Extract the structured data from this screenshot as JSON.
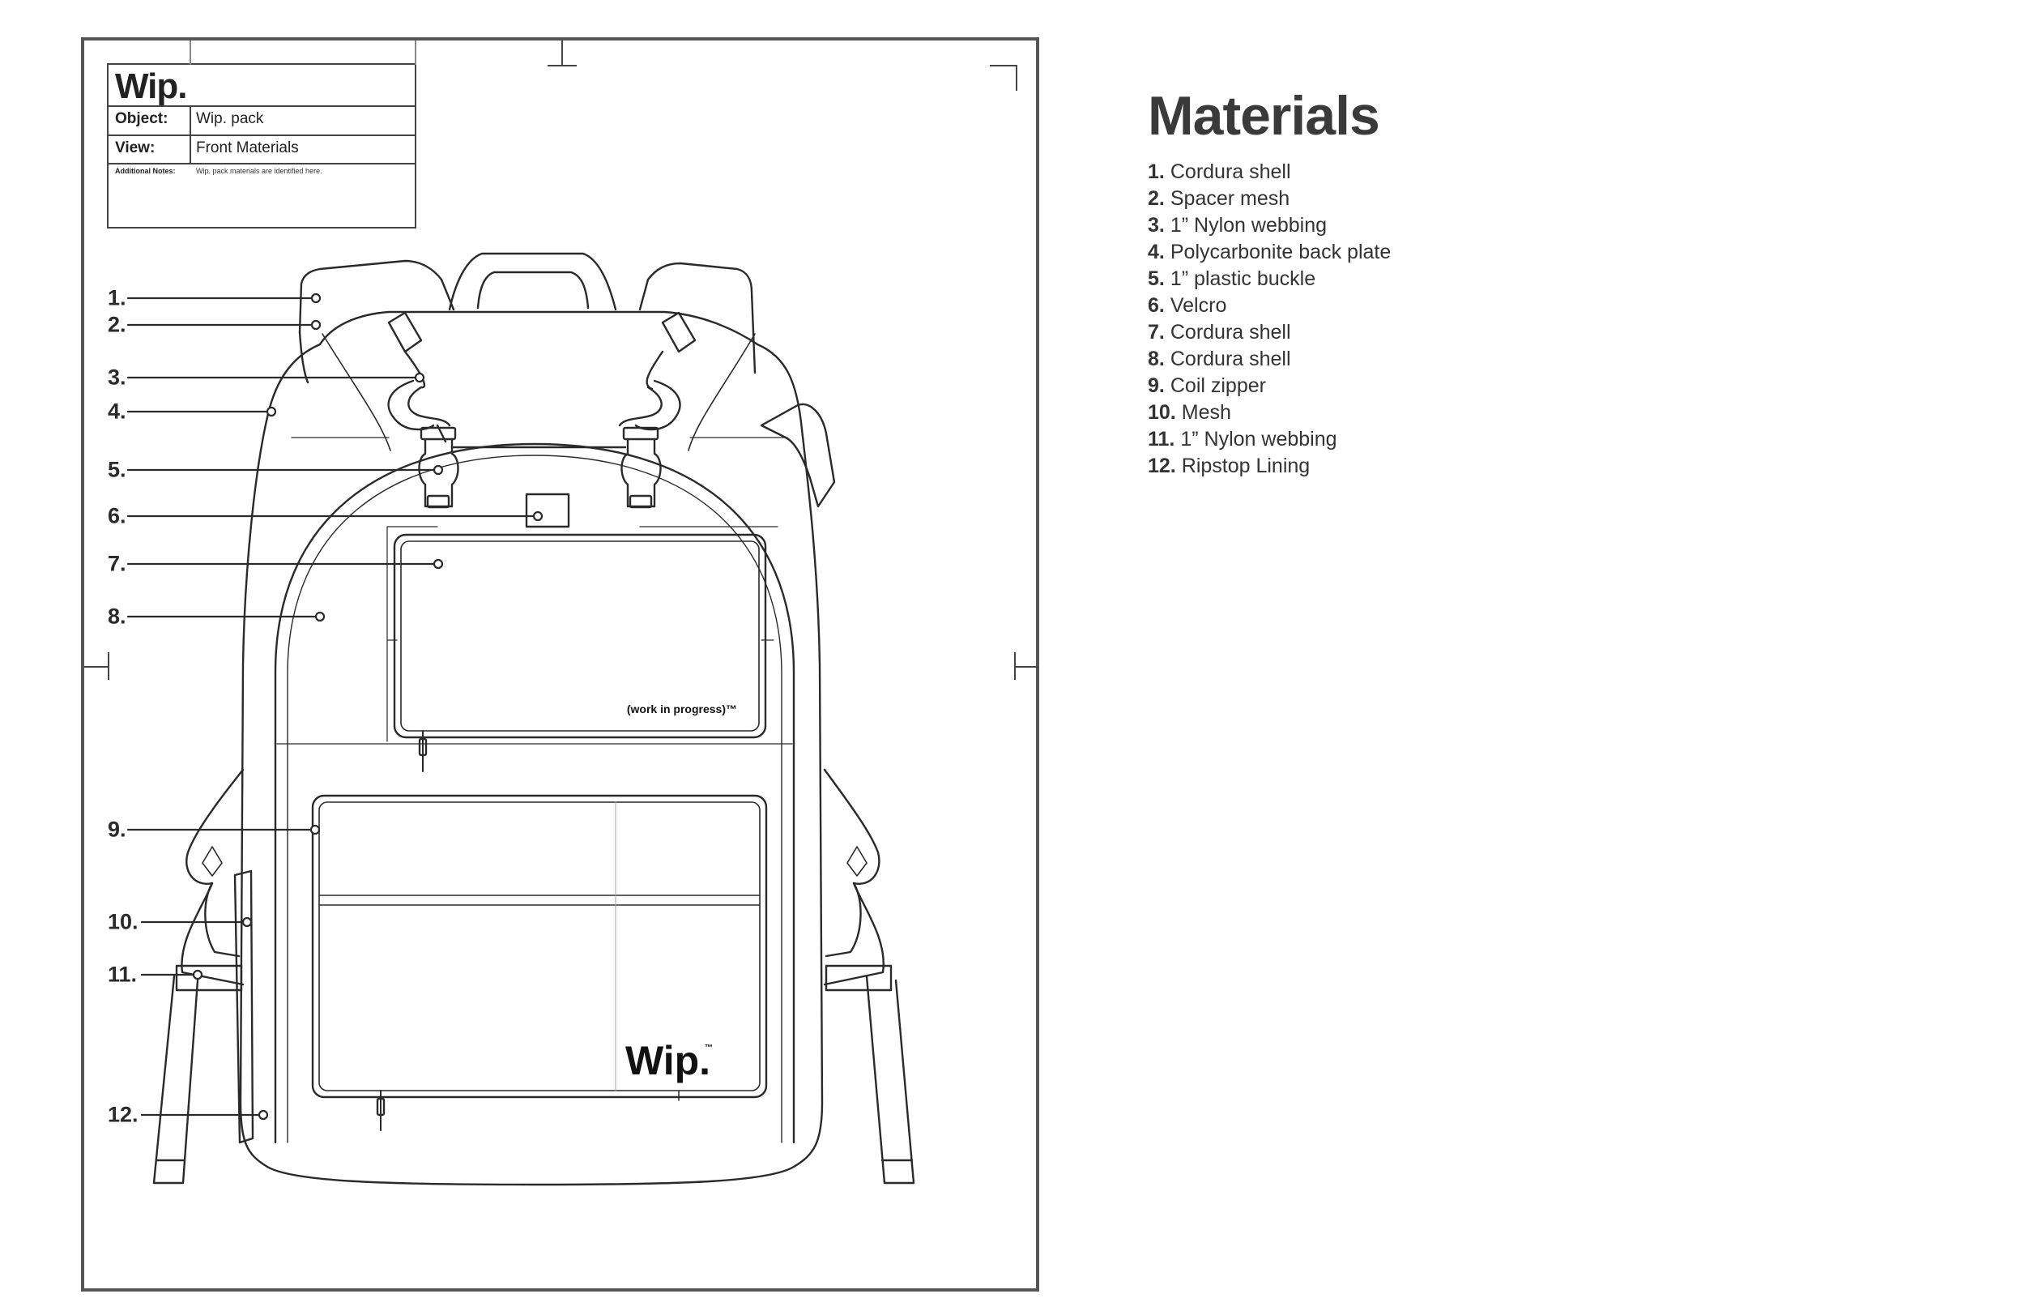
{
  "title_block": {
    "logo": "Wip.",
    "object_label": "Object:",
    "object_value": "Wip. pack",
    "view_label": "View:",
    "view_value": "Front Materials",
    "notes_label": "Additional Notes:",
    "notes_value": "Wip. pack materials are identified here."
  },
  "pack_labels": {
    "pocket_tag": "(work in progress)™",
    "brand_mark": "Wip.",
    "brand_tm": "™"
  },
  "callouts": [
    "1.",
    "2.",
    "3.",
    "4.",
    "5.",
    "6.",
    "7.",
    "8.",
    "9.",
    "10.",
    "11.",
    "12."
  ],
  "materials": {
    "title": "Materials",
    "items": [
      {
        "num": "1.",
        "label": "Cordura shell"
      },
      {
        "num": "2.",
        "label": "Spacer mesh"
      },
      {
        "num": "3.",
        "label": "1” Nylon webbing"
      },
      {
        "num": "4.",
        "label": "Polycarbonite back plate"
      },
      {
        "num": "5.",
        "label": "1” plastic buckle"
      },
      {
        "num": "6.",
        "label": "Velcro"
      },
      {
        "num": "7.",
        "label": "Cordura shell"
      },
      {
        "num": "8.",
        "label": "Cordura shell"
      },
      {
        "num": "9.",
        "label": "Coil zipper"
      },
      {
        "num": "10.",
        "label": "Mesh"
      },
      {
        "num": "11.",
        "label": "1” Nylon webbing"
      },
      {
        "num": "12.",
        "label": "Ripstop Lining"
      }
    ]
  },
  "colors": {
    "line": "#2a2a2a",
    "frame": "#555555",
    "text": "#2b2b2b"
  }
}
